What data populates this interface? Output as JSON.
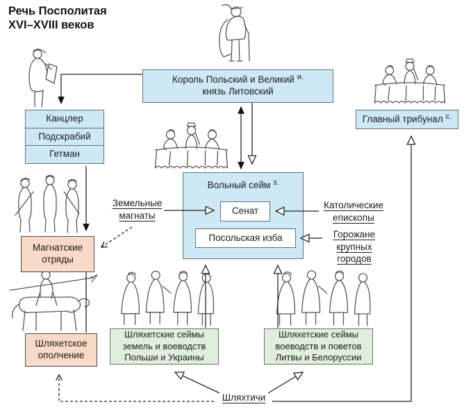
{
  "title": {
    "line1": "Речь Посполитая",
    "line2": "XVI–XVIII веков"
  },
  "king_box": {
    "line1": "Король Польский и Великий",
    "marker": "и.",
    "line2": "князь Литовский"
  },
  "officials": [
    {
      "label": "Канцлер"
    },
    {
      "label": "Подскрабий"
    },
    {
      "label": "Гетман"
    }
  ],
  "seim": {
    "title": "Вольный сейм",
    "marker": "з.",
    "senate": "Сенат",
    "chamber": "Посольская изба"
  },
  "tribunal": {
    "label": "Главный трибунал",
    "marker": "с."
  },
  "magnate_troops": {
    "line1": "Магнатские",
    "line2": "отряды"
  },
  "militia": {
    "line1": "Шляхетское",
    "line2": "ополчение"
  },
  "seims_left": {
    "line1": "Шляхетские сеймы",
    "line2": "земель и воеводств",
    "line3": "Польши и Украины"
  },
  "seims_right": {
    "line1": "Шляхетские сеймы",
    "line2": "воеводств и поветов",
    "line3": "Литвы и Белоруссии"
  },
  "side_labels": {
    "land_magnates": {
      "line1": "Земельные",
      "line2": "магнаты"
    },
    "bishops": {
      "line1": "Католические",
      "line2": "епископы"
    },
    "townspeople": {
      "line1": "Горожане",
      "line2": "крупных",
      "line3": "городов"
    },
    "szlachta": "Шляхтичи"
  },
  "icons": {
    "king_figure": "king-illustration",
    "clerk_figure": "clerk-illustration",
    "council_table": "council-table-illustration",
    "tribunal_table": "tribunal-table-illustration",
    "soldiers": "magnate-soldiers-illustration",
    "horseman": "horseman-illustration",
    "crowd_left": "szlachta-crowd-illustration",
    "crowd_right": "szlachta-crowd-illustration"
  },
  "colors": {
    "box_blue": "#cfe8f6",
    "box_pink": "#f9d9c7",
    "box_green": "#dfeedd",
    "box_white": "#ffffff",
    "border_blue": "#5e7079",
    "line": "#222222",
    "text": "#1b1b1b"
  }
}
